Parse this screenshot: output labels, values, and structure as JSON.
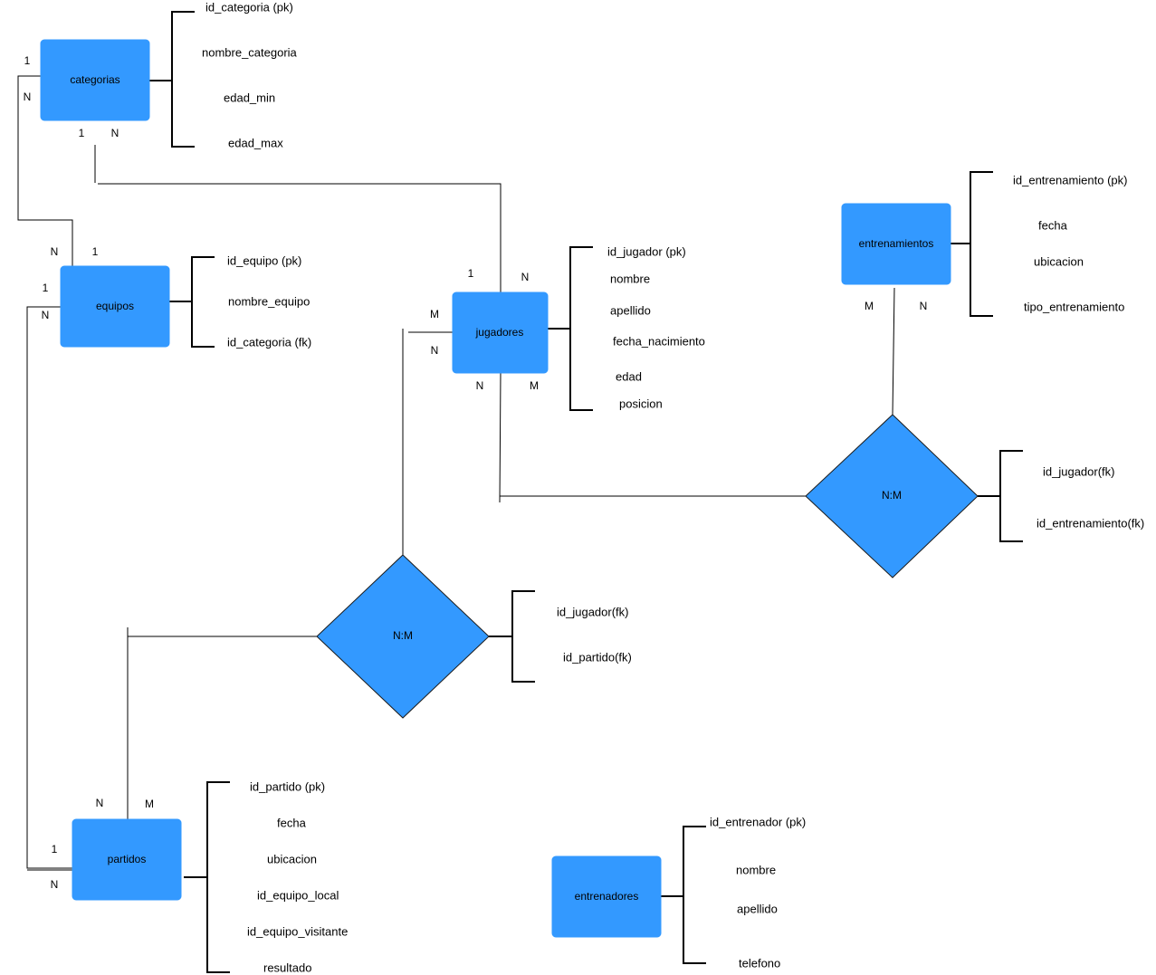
{
  "entities": {
    "categorias": {
      "label": "categorias",
      "attributes": [
        "id_categoria (pk)",
        "nombre_categoria",
        "edad_min",
        "edad_max"
      ]
    },
    "equipos": {
      "label": "equipos",
      "attributes": [
        "id_equipo (pk)",
        "nombre_equipo",
        "id_categoria (fk)"
      ]
    },
    "jugadores": {
      "label": "jugadores",
      "attributes": [
        "id_jugador (pk)",
        "nombre",
        "apellido",
        "fecha_nacimiento",
        "edad",
        "posicion"
      ]
    },
    "entrenamientos": {
      "label": "entrenamientos",
      "attributes": [
        "id_entrenamiento (pk)",
        "fecha",
        "ubicacion",
        "tipo_entrenamiento"
      ]
    },
    "partidos": {
      "label": "partidos",
      "attributes": [
        "id_partido (pk)",
        "fecha",
        "ubicacion",
        "id_equipo_local",
        "id_equipo_visitante",
        "resultado"
      ]
    },
    "entrenadores": {
      "label": "entrenadores",
      "attributes": [
        "id_entrenador (pk)",
        "nombre",
        "apellido",
        "telefono"
      ]
    }
  },
  "relationships": {
    "jugadores_entrenamientos": {
      "label": "N:M",
      "attributes": [
        "id_jugador(fk)",
        "id_entrenamiento(fk)"
      ]
    },
    "jugadores_partidos": {
      "label": "N:M",
      "attributes": [
        "id_jugador(fk)",
        "id_partido(fk)"
      ]
    }
  },
  "cardinalities": {
    "categorias_left_1": "1",
    "categorias_left_n": "N",
    "categorias_bottom_1": "1",
    "categorias_bottom_n": "N",
    "equipos_top_n": "N",
    "equipos_top_1": "1",
    "equipos_left_1": "1",
    "equipos_left_n": "N",
    "jugadores_top_1": "1",
    "jugadores_top_n": "N",
    "jugadores_left_m": "M",
    "jugadores_left_n": "N",
    "jugadores_bottom_n": "N",
    "jugadores_bottom_m": "M",
    "entrenamientos_m": "M",
    "entrenamientos_n": "N",
    "partidos_top_n": "N",
    "partidos_top_m": "M",
    "partidos_left_1": "1",
    "partidos_left_n": "N"
  }
}
